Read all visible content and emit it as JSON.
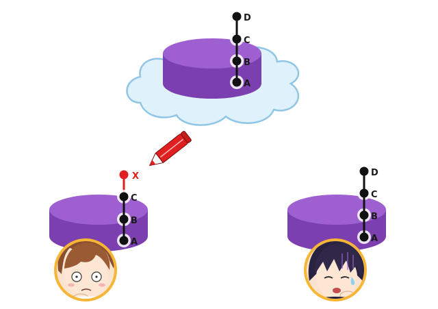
{
  "colors": {
    "db_top": "#9e5fd0",
    "db_side": "#7b3fb0",
    "db_side_dark": "#6a3399",
    "cloud_fill": "#dff1fb",
    "cloud_stroke": "#8fc6e6",
    "node_black": "#111111",
    "node_red": "#e02020",
    "pencil_red": "#e02020",
    "avatar_ring": "#f6b534"
  },
  "remote": {
    "commits": [
      "A",
      "B",
      "C",
      "D"
    ]
  },
  "local_left": {
    "commits": [
      "A",
      "B",
      "C"
    ],
    "new_commit": "X"
  },
  "local_right": {
    "commits": [
      "A",
      "B",
      "C",
      "D"
    ]
  },
  "icons": {
    "pencil": "pencil-icon",
    "avatar_left": "avatar-worried-brown-hair",
    "avatar_right": "avatar-shocked-dark-hair"
  }
}
